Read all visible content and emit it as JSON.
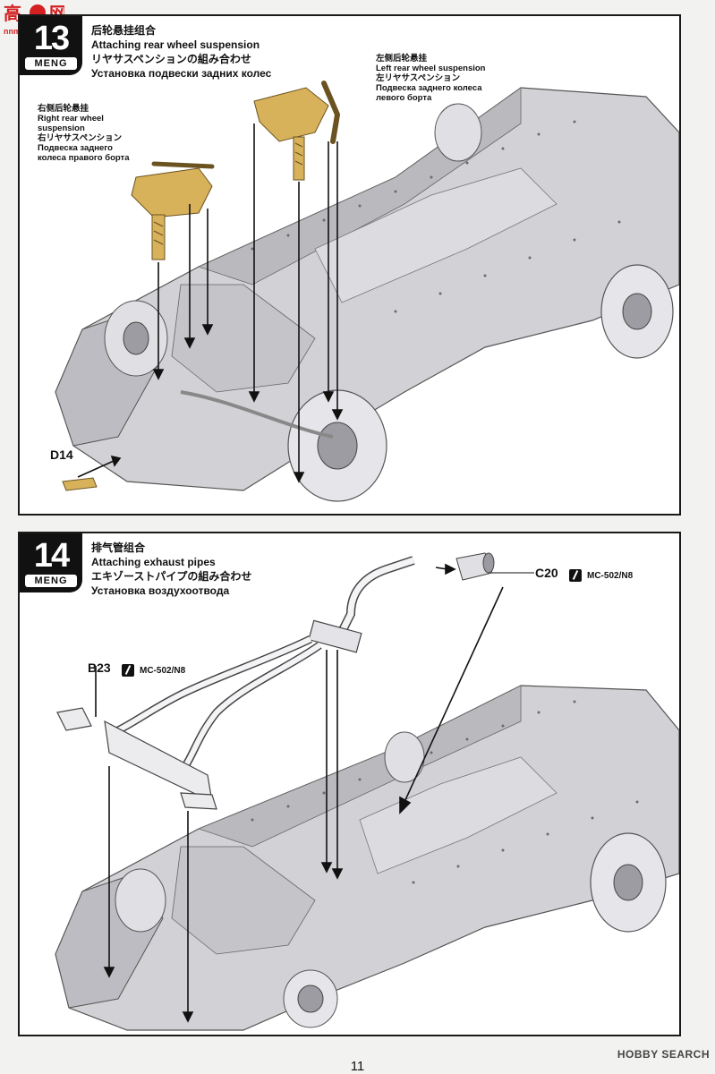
{
  "watermark": {
    "text": "nnm.cn"
  },
  "steps": [
    {
      "number": "13",
      "brand": "MENG",
      "title_zh": "后轮悬挂组合",
      "title_en": "Attaching rear wheel suspension",
      "title_ja": "リヤサスペンションの組み合わせ",
      "title_ru": "Установка подвески задних колес",
      "callouts": {
        "left": {
          "zh": "左侧后轮悬挂",
          "en": "Left rear wheel suspension",
          "ja": "左リヤサスペンション",
          "ru1": "Подвеска заднего колеса",
          "ru2": "левого борта"
        },
        "right": {
          "zh": "右侧后轮悬挂",
          "en1": "Right rear wheel",
          "en2": "suspension",
          "ja": "右リヤサスペンション",
          "ru1": "Подвеска заднего",
          "ru2": "колеса правого борта"
        }
      },
      "part": "D14"
    },
    {
      "number": "14",
      "brand": "MENG",
      "title_zh": "排气管组合",
      "title_en": "Attaching exhaust pipes",
      "title_ja": "エキゾーストパイプの組み合わせ",
      "title_ru": "Установка воздухоотвода",
      "parts": [
        {
          "code": "C20",
          "paint": "MC-502/N8"
        },
        {
          "code": "B23",
          "paint": "MC-502/N8"
        }
      ]
    }
  ],
  "footer": {
    "page": "11",
    "source": "HOBBY SEARCH"
  },
  "colors": {
    "part_highlight": "#d8b25a",
    "chassis": "#d2d2d6",
    "chassis_dark": "#9c9ca2",
    "frame": "#1a1a1a"
  }
}
